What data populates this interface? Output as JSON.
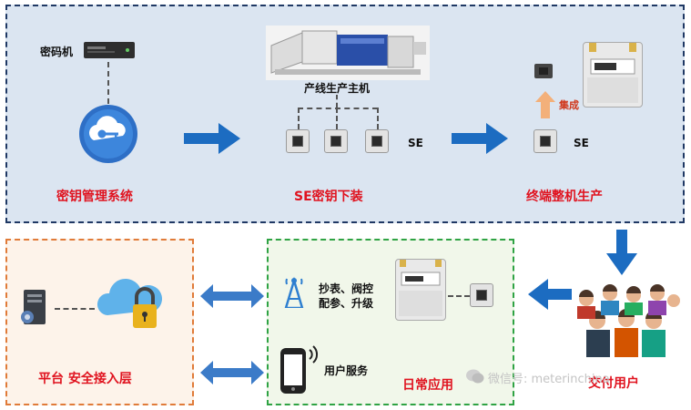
{
  "top": {
    "kms_device_label": "密码机",
    "kms_label": "密钥管理系统",
    "production_host_label": "产线生产主机",
    "se_label_1": "SE",
    "se_key_label": "SE密钥下装",
    "se_label_2": "SE",
    "integrate_label": "集成",
    "terminal_label": "终端整机生产"
  },
  "bottom": {
    "platform_label": "平台 安全接入层",
    "ops_line1": "抄表、阀控",
    "ops_line2": "配参、升级",
    "user_service_label": "用户服务",
    "daily_label": "日常应用",
    "users_label": "交付用户",
    "watermark": "微信号: meterinchina"
  },
  "colors": {
    "accent_blue": "#1c6cc1",
    "label_red": "#e0131f",
    "top_border": "#1f3864",
    "left_border": "#e07b39",
    "mid_border": "#2fa344"
  },
  "icons": [
    "server-icon",
    "key-cloud-icon",
    "printer-machine-icon",
    "chip-icon",
    "gas-meter-icon",
    "tower-icon",
    "phone-icon",
    "lock-cloud-icon",
    "users-group-icon"
  ]
}
